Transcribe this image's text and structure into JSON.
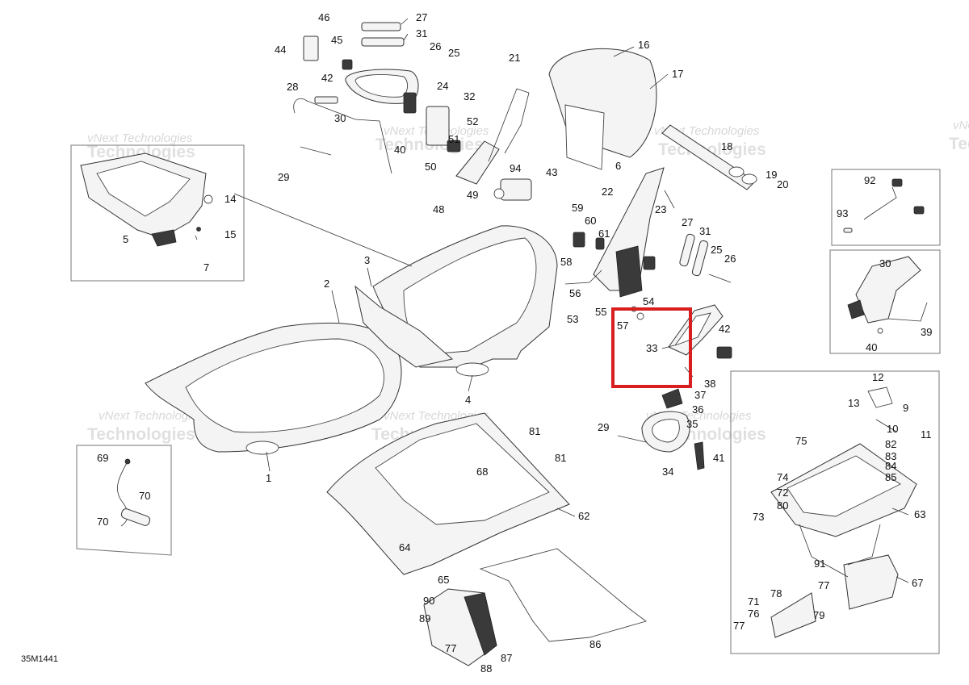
{
  "diagram_code": "35M1441",
  "watermark": {
    "line1": "vNext Technologies",
    "line2": "Technologies"
  },
  "highlight_color": "#d81e1e",
  "callouts": [
    {
      "id": "46",
      "label": "46"
    },
    {
      "id": "27a",
      "label": "27"
    },
    {
      "id": "45",
      "label": "45"
    },
    {
      "id": "31a",
      "label": "31"
    },
    {
      "id": "44",
      "label": "44"
    },
    {
      "id": "26a",
      "label": "26"
    },
    {
      "id": "25a",
      "label": "25"
    },
    {
      "id": "42a",
      "label": "42"
    },
    {
      "id": "24",
      "label": "24"
    },
    {
      "id": "28",
      "label": "28"
    },
    {
      "id": "32",
      "label": "32"
    },
    {
      "id": "30a",
      "label": "30"
    },
    {
      "id": "52",
      "label": "52"
    },
    {
      "id": "51",
      "label": "51"
    },
    {
      "id": "40a",
      "label": "40"
    },
    {
      "id": "50",
      "label": "50"
    },
    {
      "id": "29a",
      "label": "29"
    },
    {
      "id": "21",
      "label": "21"
    },
    {
      "id": "16",
      "label": "16"
    },
    {
      "id": "17",
      "label": "17"
    },
    {
      "id": "18",
      "label": "18"
    },
    {
      "id": "6",
      "label": "6"
    },
    {
      "id": "94",
      "label": "94"
    },
    {
      "id": "43",
      "label": "43"
    },
    {
      "id": "48",
      "label": "48"
    },
    {
      "id": "49",
      "label": "49"
    },
    {
      "id": "19",
      "label": "19"
    },
    {
      "id": "20",
      "label": "20"
    },
    {
      "id": "22",
      "label": "22"
    },
    {
      "id": "23",
      "label": "23"
    },
    {
      "id": "14",
      "label": "14"
    },
    {
      "id": "15",
      "label": "15"
    },
    {
      "id": "5",
      "label": "5"
    },
    {
      "id": "7",
      "label": "7"
    },
    {
      "id": "59",
      "label": "59"
    },
    {
      "id": "60",
      "label": "60"
    },
    {
      "id": "61",
      "label": "61"
    },
    {
      "id": "27b",
      "label": "27"
    },
    {
      "id": "31b",
      "label": "31"
    },
    {
      "id": "25b",
      "label": "25"
    },
    {
      "id": "26b",
      "label": "26"
    },
    {
      "id": "58",
      "label": "58"
    },
    {
      "id": "56",
      "label": "56"
    },
    {
      "id": "3",
      "label": "3"
    },
    {
      "id": "2",
      "label": "2"
    },
    {
      "id": "54",
      "label": "54"
    },
    {
      "id": "55",
      "label": "55"
    },
    {
      "id": "53",
      "label": "53"
    },
    {
      "id": "57",
      "label": "57"
    },
    {
      "id": "42b",
      "label": "42"
    },
    {
      "id": "33",
      "label": "33"
    },
    {
      "id": "38",
      "label": "38"
    },
    {
      "id": "37",
      "label": "37"
    },
    {
      "id": "36",
      "label": "36"
    },
    {
      "id": "35",
      "label": "35"
    },
    {
      "id": "4",
      "label": "4"
    },
    {
      "id": "92",
      "label": "92"
    },
    {
      "id": "93",
      "label": "93"
    },
    {
      "id": "30b",
      "label": "30"
    },
    {
      "id": "39",
      "label": "39"
    },
    {
      "id": "40b",
      "label": "40"
    },
    {
      "id": "12",
      "label": "12"
    },
    {
      "id": "13",
      "label": "13"
    },
    {
      "id": "9",
      "label": "9"
    },
    {
      "id": "10",
      "label": "10"
    },
    {
      "id": "11",
      "label": "11"
    },
    {
      "id": "75",
      "label": "75"
    },
    {
      "id": "82",
      "label": "82"
    },
    {
      "id": "83",
      "label": "83"
    },
    {
      "id": "84",
      "label": "84"
    },
    {
      "id": "85",
      "label": "85"
    },
    {
      "id": "74",
      "label": "74"
    },
    {
      "id": "72",
      "label": "72"
    },
    {
      "id": "80",
      "label": "80"
    },
    {
      "id": "73",
      "label": "73"
    },
    {
      "id": "63",
      "label": "63"
    },
    {
      "id": "91",
      "label": "91"
    },
    {
      "id": "77a",
      "label": "77"
    },
    {
      "id": "67",
      "label": "67"
    },
    {
      "id": "78",
      "label": "78"
    },
    {
      "id": "71",
      "label": "71"
    },
    {
      "id": "76",
      "label": "76"
    },
    {
      "id": "79",
      "label": "79"
    },
    {
      "id": "77b",
      "label": "77"
    },
    {
      "id": "81a",
      "label": "81"
    },
    {
      "id": "81b",
      "label": "81"
    },
    {
      "id": "68",
      "label": "68"
    },
    {
      "id": "62",
      "label": "62"
    },
    {
      "id": "29b",
      "label": "29"
    },
    {
      "id": "41",
      "label": "41"
    },
    {
      "id": "34",
      "label": "34"
    },
    {
      "id": "69",
      "label": "69"
    },
    {
      "id": "70a",
      "label": "70"
    },
    {
      "id": "70b",
      "label": "70"
    },
    {
      "id": "1",
      "label": "1"
    },
    {
      "id": "64",
      "label": "64"
    },
    {
      "id": "65",
      "label": "65"
    },
    {
      "id": "90",
      "label": "90"
    },
    {
      "id": "89",
      "label": "89"
    },
    {
      "id": "87",
      "label": "87"
    },
    {
      "id": "77c",
      "label": "77"
    },
    {
      "id": "88",
      "label": "88"
    },
    {
      "id": "86",
      "label": "86"
    }
  ]
}
